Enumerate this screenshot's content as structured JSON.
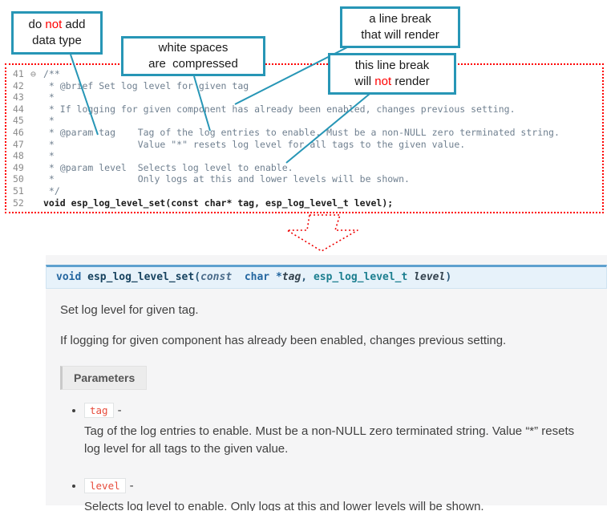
{
  "colors": {
    "callout_border": "#2796B6",
    "highlight_red": "#ff0000",
    "dotted_border": "#ff0000",
    "sig_background": "#e7f2fa",
    "sig_top_border": "#5fa1cf",
    "chip_text": "#e74c3c"
  },
  "callouts": {
    "no_datatype": {
      "l1_part1": "do ",
      "l1_red": "not",
      "l1_part2": " add",
      "line2": "data type"
    },
    "whitespace": {
      "line1": "white spaces",
      "line2": "are  compressed"
    },
    "break_render": {
      "line1": "a line break",
      "line2": "that will render"
    },
    "break_norender": {
      "line1": "this line break",
      "l2_part1": "will ",
      "l2_red": "not",
      "l2_part2": " render"
    }
  },
  "code": {
    "lines": [
      {
        "num": "41",
        "fold": "⊖",
        "text": "/**",
        "kind": "comment"
      },
      {
        "num": "42",
        "fold": "",
        "text": " * @brief Set log level for given tag",
        "kind": "comment"
      },
      {
        "num": "43",
        "fold": "",
        "text": " *",
        "kind": "comment"
      },
      {
        "num": "44",
        "fold": "",
        "text": " * If logging for given component has already been enabled, changes previous setting.",
        "kind": "comment"
      },
      {
        "num": "45",
        "fold": "",
        "text": " *",
        "kind": "comment"
      },
      {
        "num": "46",
        "fold": "",
        "text": " * @param tag    Tag of the log entries to enable. Must be a non-NULL zero terminated string.",
        "kind": "comment"
      },
      {
        "num": "47",
        "fold": "",
        "text": " *               Value \"*\" resets log level for all tags to the given value.",
        "kind": "comment"
      },
      {
        "num": "48",
        "fold": "",
        "text": " *",
        "kind": "comment"
      },
      {
        "num": "49",
        "fold": "",
        "text": " * @param level  Selects log level to enable.",
        "kind": "comment"
      },
      {
        "num": "50",
        "fold": "",
        "text": " *               Only logs at this and lower levels will be shown.",
        "kind": "comment"
      },
      {
        "num": "51",
        "fold": "",
        "text": " */",
        "kind": "comment"
      },
      {
        "num": "52",
        "fold": "",
        "text": "void esp_log_level_set(const char* tag, esp_log_level_t level);",
        "kind": "decl"
      }
    ]
  },
  "docs": {
    "signature": [
      {
        "t": "void",
        "c": "kw"
      },
      {
        "t": " ",
        "c": "punct"
      },
      {
        "t": "esp_log_level_set",
        "c": "name"
      },
      {
        "t": "(",
        "c": "punct"
      },
      {
        "t": "const",
        "c": "kw2"
      },
      {
        "t": "  char *",
        "c": "type"
      },
      {
        "t": "tag",
        "c": "param"
      },
      {
        "t": ", ",
        "c": "punct"
      },
      {
        "t": "esp_log_level_t",
        "c": "typelink"
      },
      {
        "t": " ",
        "c": "punct"
      },
      {
        "t": "level",
        "c": "param"
      },
      {
        "t": ")",
        "c": "punct"
      }
    ],
    "para1": "Set log level for given tag.",
    "para2": "If logging for given component has already been enabled, changes previous setting.",
    "params_label": "Parameters",
    "params": [
      {
        "name": "tag",
        "sep": "-",
        "desc": "Tag of the log entries to enable. Must be a non-NULL zero terminated string. Value “*” resets log level for all tags to the given value."
      },
      {
        "name": "level",
        "sep": "-",
        "desc": "Selects log level to enable. Only logs at this and lower levels will be shown."
      }
    ]
  }
}
